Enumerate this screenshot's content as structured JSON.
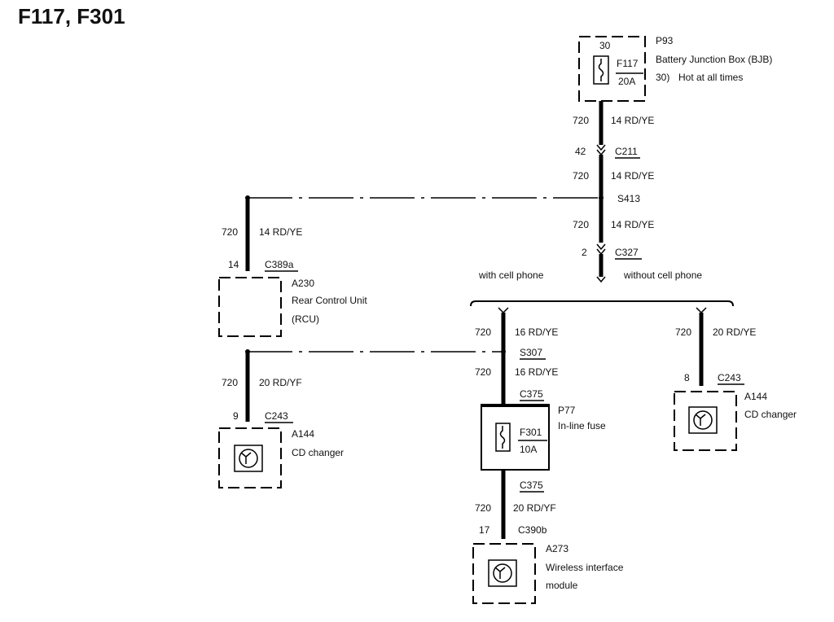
{
  "title": "F117, F301",
  "bjb": {
    "pin": "30",
    "id": "P93",
    "name": "Battery Junction Box (BJB)",
    "fuse": "F117",
    "amp": "20A",
    "circuit": "30)",
    "note": "Hot at all times"
  },
  "main": {
    "seg1": {
      "circuit": "720",
      "wire": "14 RD/YE"
    },
    "c211": {
      "pin": "42",
      "conn": "C211"
    },
    "seg2": {
      "circuit": "720",
      "wire": "14 RD/YE"
    },
    "s413": "S413",
    "seg3": {
      "circuit": "720",
      "wire": "14 RD/YE"
    },
    "c327": {
      "pin": "2",
      "conn": "C327"
    }
  },
  "options": {
    "with": "with cell phone",
    "without": "without cell phone"
  },
  "rcu": {
    "circuit": "720",
    "wire": "14 RD/YE",
    "pin": "14",
    "conn": "C389a",
    "id": "A230",
    "name1": "Rear Control Unit",
    "name2": "(RCU)"
  },
  "left_cd": {
    "circuit": "720",
    "wire": "20 RD/YF",
    "pin": "9",
    "conn": "C243",
    "id": "A144",
    "name": "CD changer"
  },
  "mid": {
    "seg1": {
      "circuit": "720",
      "wire": "16 RD/YE"
    },
    "s307": "S307",
    "seg2": {
      "circuit": "720",
      "wire": "16 RD/YE"
    },
    "c375_top": "C375",
    "fuse": {
      "id": "P77",
      "name": "In-line fuse",
      "fuse": "F301",
      "amp": "10A"
    },
    "c375_bot": "C375",
    "seg3": {
      "circuit": "720",
      "wire": "20 RD/YF"
    },
    "pin": "17",
    "conn": "C390b",
    "module": {
      "id": "A273",
      "name1": "Wireless interface",
      "name2": "module"
    }
  },
  "right_cd": {
    "circuit": "720",
    "wire": "20 RD/YE",
    "pin": "8",
    "conn": "C243",
    "id": "A144",
    "name": "CD changer"
  }
}
